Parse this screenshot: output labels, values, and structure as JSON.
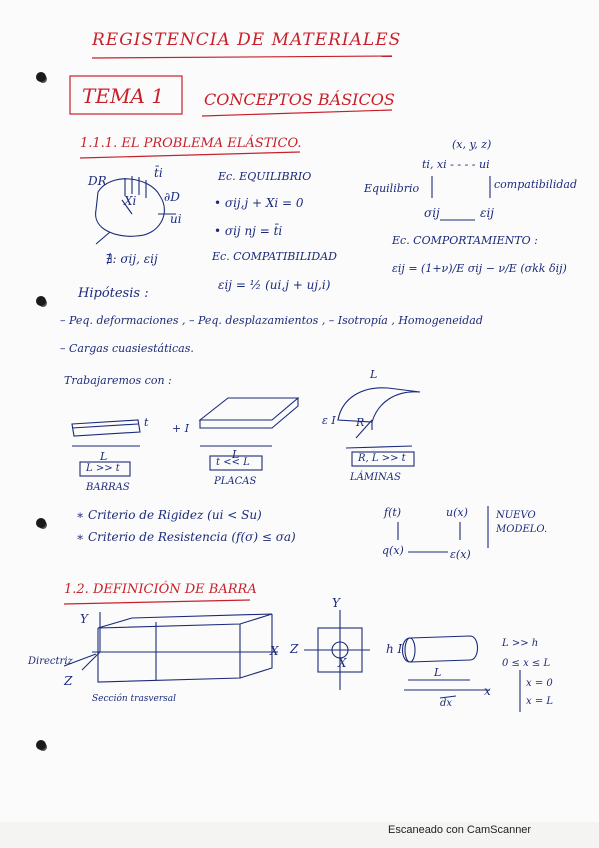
{
  "title": "REGISTENCIA DE MATERIALES",
  "topic_box": "TEMA 1",
  "topic_heading": "CONCEPTOS BÁSICOS",
  "section_1": "1.1.1. EL PROBLEMA ELÁSTICO.",
  "body_labels": {
    "dr": "DR",
    "ti": "t̄i",
    "xi": "Xi",
    "dd": "∂D",
    "ui": "ui",
    "unknowns": "∄: σij, εij"
  },
  "equations": {
    "eq_title": "Ec. EQUILIBRIO",
    "eq_1": "• σij,j + Xi = 0",
    "eq_2": "• σij nj = t̄i",
    "compat_title": "Ec. COMPATIBILIDAD",
    "compat_eq": "εij = ½ (ui,j + uj,i)"
  },
  "scheme": {
    "coords": "(x, y, z)",
    "top": "ti, xi - - - - ui",
    "left": "Equilibrio",
    "right": "compatibilidad",
    "bottom_left": "σij",
    "bottom_right": "εij",
    "comport_title": "Ec. COMPORTAMIENTO :",
    "comport_eq": "εij = (1+ν)/E σij − ν/E (σkk δij)"
  },
  "hypotheses": {
    "label": "Hipótesis :",
    "line_1": "– Peq. deformaciones , – Peq. desplazamientos , – Isotropía , Homogeneidad",
    "line_2": "– Cargas cuasiestáticas."
  },
  "work_with": "Trabajaremos con :",
  "elements": [
    {
      "dim": "L",
      "condition": "L >> t",
      "name": "BARRAS",
      "mark": "t"
    },
    {
      "dim": "L",
      "condition": "t << L",
      "name": "PLACAS",
      "mark": "+ I"
    },
    {
      "dim": "L",
      "condition": "R, L >> t",
      "name": "LÁMINAS",
      "mark": "ε I",
      "radius": "R"
    }
  ],
  "criteria": {
    "c1": "∗ Criterio de Rigidez (ui < Su)",
    "c2": "∗ Criterio de Resistencia (f(σ) ≤ σa)"
  },
  "new_model": {
    "tl": "f(t)",
    "tr": "u(x)",
    "bl": "q(x)",
    "br": "ε(x)",
    "note_1": "NUEVO",
    "note_2": "MODELO."
  },
  "section_2": "1.2. DEFINICIÓN DE BARRA",
  "bar_definition": {
    "y_axis": "Y",
    "x_axis": "X",
    "z_axis": "Z",
    "directrix": "Directriz",
    "section_label": "Sección trasversal",
    "cs_y": "Y",
    "cs_z": "Z",
    "cs_x": "X",
    "hI": "h I",
    "L": "L",
    "cond_1": "L >> h",
    "cond_2": "0 ≤ x ≤ L",
    "dx": "dx",
    "x_end": "x",
    "bound_1": "x = 0",
    "bound_2": "x = L"
  },
  "footer": "Escaneado con CamScanner"
}
